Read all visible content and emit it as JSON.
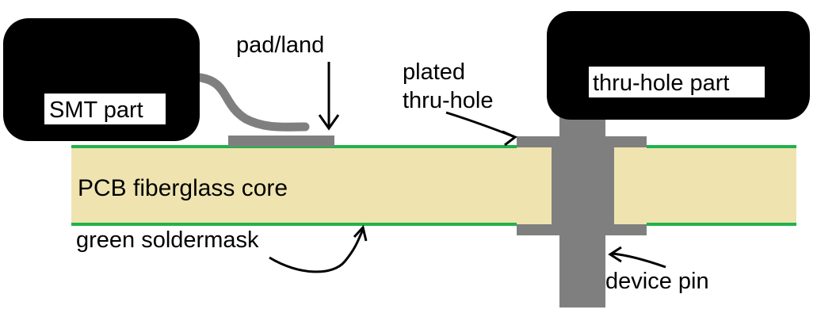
{
  "labels": {
    "smt_part": "SMT part",
    "pad_land": "pad/land",
    "plated_line1": "plated",
    "plated_line2": "thru-hole",
    "thru_hole_part": "thru-hole part",
    "pcb_core": "PCB fiberglass core",
    "soldermask": "green soldermask",
    "device_pin": "device pin"
  },
  "colors": {
    "background": "#ffffff",
    "component_body": "#000000",
    "component_label_bg": "#ffffff",
    "pcb_core": "#efe4b0",
    "soldermask": "#22b14c",
    "metal": "#7f7f7f",
    "arrow": "#000000",
    "text": "#000000"
  }
}
